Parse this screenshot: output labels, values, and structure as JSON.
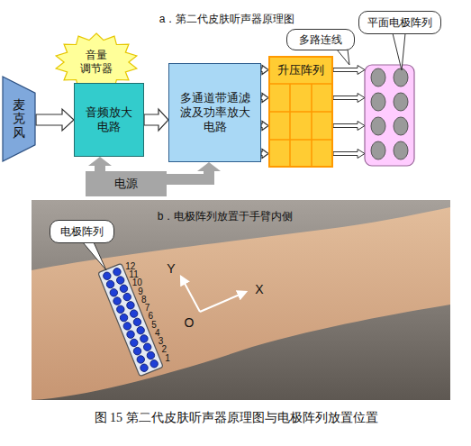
{
  "diagram": {
    "caption": "图 15 第二代皮肤听声器原理图与电极阵列放置位置",
    "nodes": [
      {
        "text": [
          "音量 调节器"
        ]
      },
      {
        "text": [
          "平面电极阵列"
        ]
      },
      {
        "text": [
          "多路连线"
        ]
      },
      {
        "text": [
          "麦克风"
        ]
      },
      {
        "text": [
          "音频放大 电路"
        ]
      },
      {
        "text": [
          "多通道带通滤 波及功率放大 电路"
        ]
      },
      {
        "text": [
          "升压阵列"
        ]
      },
      {
        "text": [
          "电源"
        ]
      },
      {
        "text": [
          "电极阵列"
        ]
      }
    ],
    "edges": [
      {
        "from": 3,
        "to": 4,
        "arrow": "to"
      },
      {
        "from": 4,
        "to": 5,
        "arrow": "to"
      },
      {
        "from": 5,
        "to": 6,
        "arrow": "to"
      },
      {
        "from": 5,
        "to": 6,
        "arrow": "to"
      },
      {
        "from": 5,
        "to": 6,
        "arrow": "to"
      },
      {
        "from": 5,
        "to": 6,
        "arrow": "to"
      },
      {
        "from": 7,
        "to": 4,
        "arrow": "to"
      },
      {
        "from": 7,
        "to": 5,
        "arrow": "to"
      }
    ],
    "labels": [
      "a．第二代皮肤听声器原理图",
      "b．电极阵列放置于手臂内侧",
      "Y",
      "X",
      "O",
      "12",
      "11",
      "10",
      "9",
      "8",
      "7",
      "6",
      "5",
      "4",
      "3",
      "2",
      "1"
    ]
  }
}
